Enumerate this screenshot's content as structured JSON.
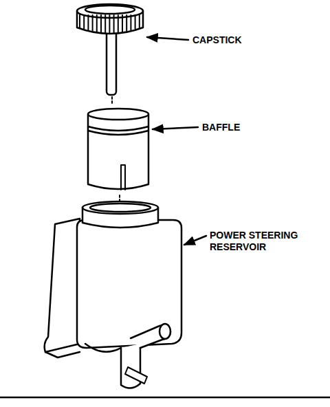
{
  "diagram": {
    "labels": [
      "CAPSTICK",
      "BAFFLE",
      "POWER STEERING RESERVOIR"
    ]
  }
}
